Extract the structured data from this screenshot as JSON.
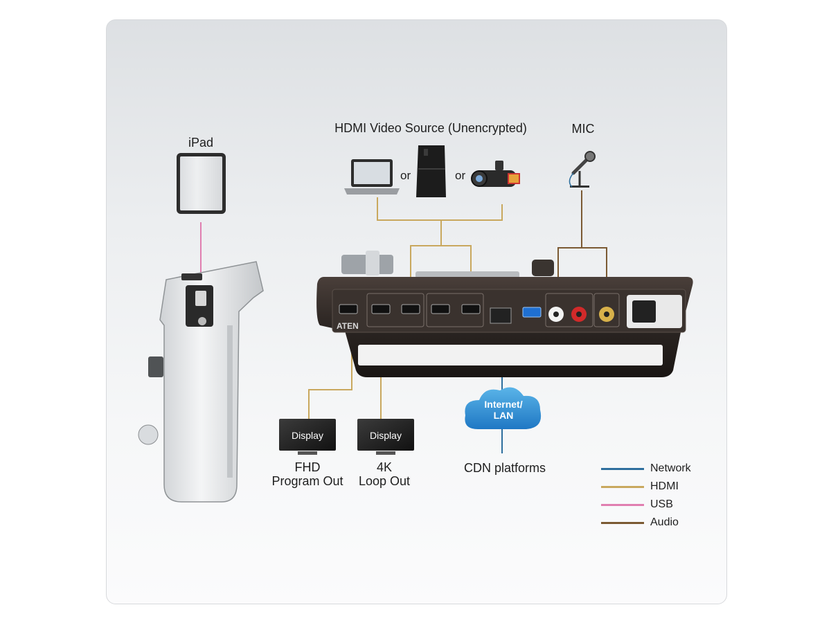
{
  "labels": {
    "ipad": "iPad",
    "hdmi_source": "HDMI Video Source (Unencrypted)",
    "mic": "MIC",
    "or_1": "or",
    "or_2": "or",
    "display_1": "Display",
    "display_2": "Display",
    "fhd_line1": "FHD",
    "fhd_line2": "Program Out",
    "k4_line1": "4K",
    "k4_line2": "Loop Out",
    "cloud_line1": "Internet/",
    "cloud_line2": "LAN",
    "cdn": "CDN platforms",
    "brand": "ATEN"
  },
  "legend": [
    {
      "label": "Network",
      "color": "#2e6f9e"
    },
    {
      "label": "HDMI",
      "color": "#c9a85e"
    },
    {
      "label": "USB",
      "color": "#e07fb0"
    },
    {
      "label": "Audio",
      "color": "#7b5a33"
    }
  ],
  "colors": {
    "network": "#2e6f9e",
    "hdmi": "#c9a85e",
    "usb": "#e07fb0",
    "audio": "#7b5a33"
  }
}
